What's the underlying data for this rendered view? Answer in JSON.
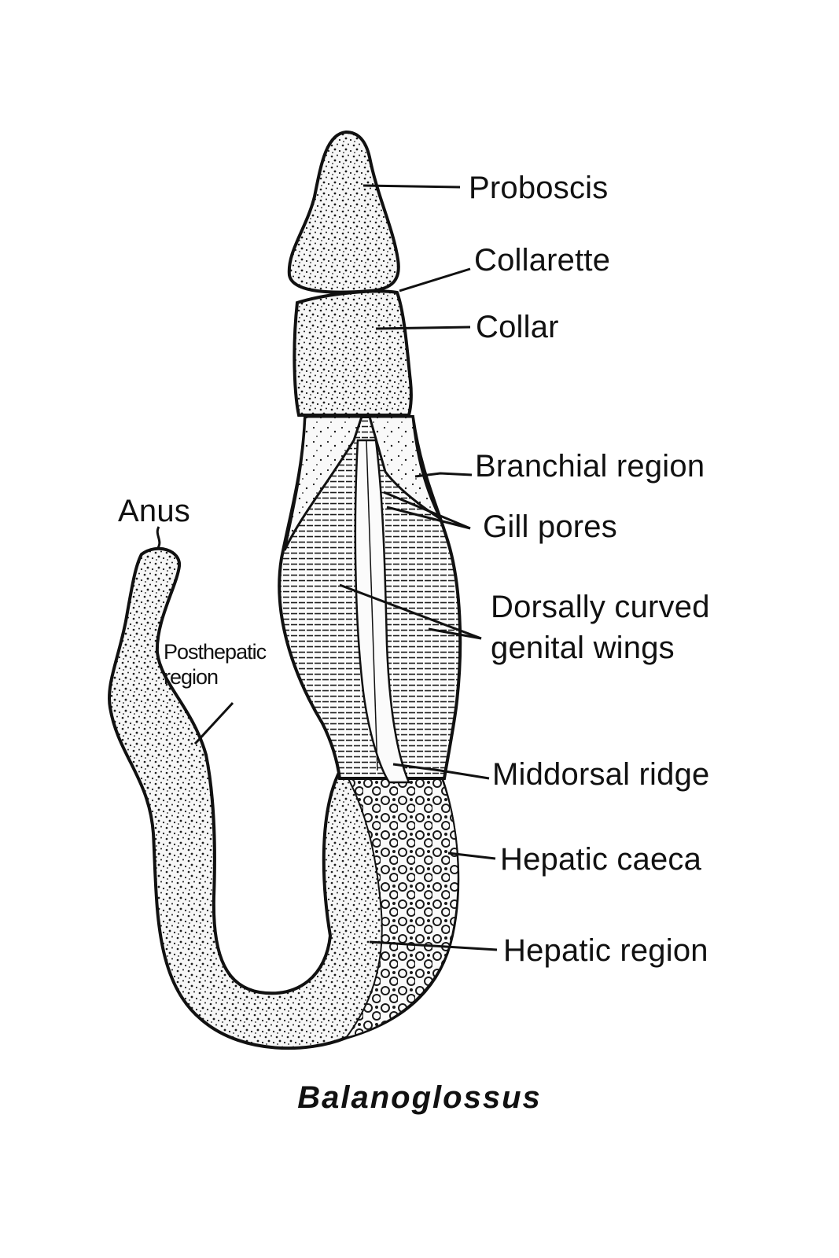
{
  "labels": {
    "proboscis": "Proboscis",
    "collarette": "Collarette",
    "collar": "Collar",
    "branchial_region": "Branchial region",
    "gill_pores": "Gill pores",
    "genital_wings_line1": "Dorsally  curved",
    "genital_wings_line2": "genital  wings",
    "middorsal_ridge": "Middorsal ridge",
    "hepatic_caeca": "Hepatic  caeca",
    "hepatic_region": "Hepatic region",
    "anus": "Anus",
    "posthepatic_line1": "Posthepatic",
    "posthepatic_line2": "region"
  },
  "caption": "Balanoglossus",
  "colors": {
    "ink": "#111111",
    "background": "#ffffff",
    "body_fill": "#f4f4f4"
  }
}
